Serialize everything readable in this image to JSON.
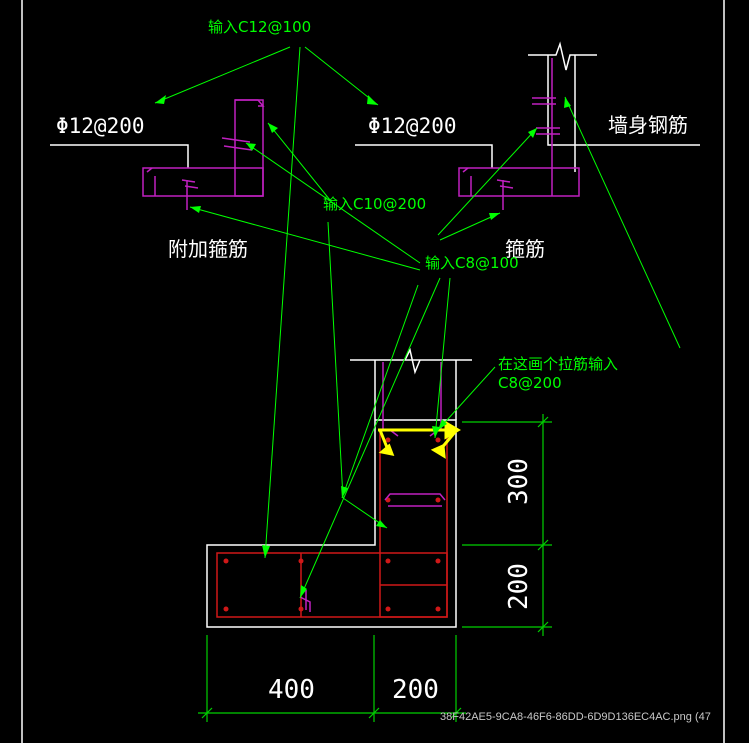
{
  "labels": {
    "rebar_left": "Φ12@200",
    "rebar_mid": "Φ12@200",
    "wall_rebar": "墙身钢筋",
    "extra_stirrup": "附加箍筋",
    "stirrup": "箍筋"
  },
  "notes": {
    "c12": "输入C12@100",
    "c10": "输入C10@200",
    "c8": "输入C8@100",
    "tie_line1": "在这画个拉筋输入",
    "tie_line2": "C8@200"
  },
  "dimensions": {
    "bottom_left": "400",
    "bottom_right": "200",
    "right_upper": "300",
    "right_lower": "200"
  },
  "file_tag": "38F42AE5-9CA8-46F6-86DD-6D9D136EC4AC.png (47",
  "colors": {
    "background": "#000000",
    "outline": "#ffffff",
    "rebar": "#c020c0",
    "section_rebar": "#d01818",
    "annotation": "#00ff00",
    "highlight": "#ffff00"
  }
}
